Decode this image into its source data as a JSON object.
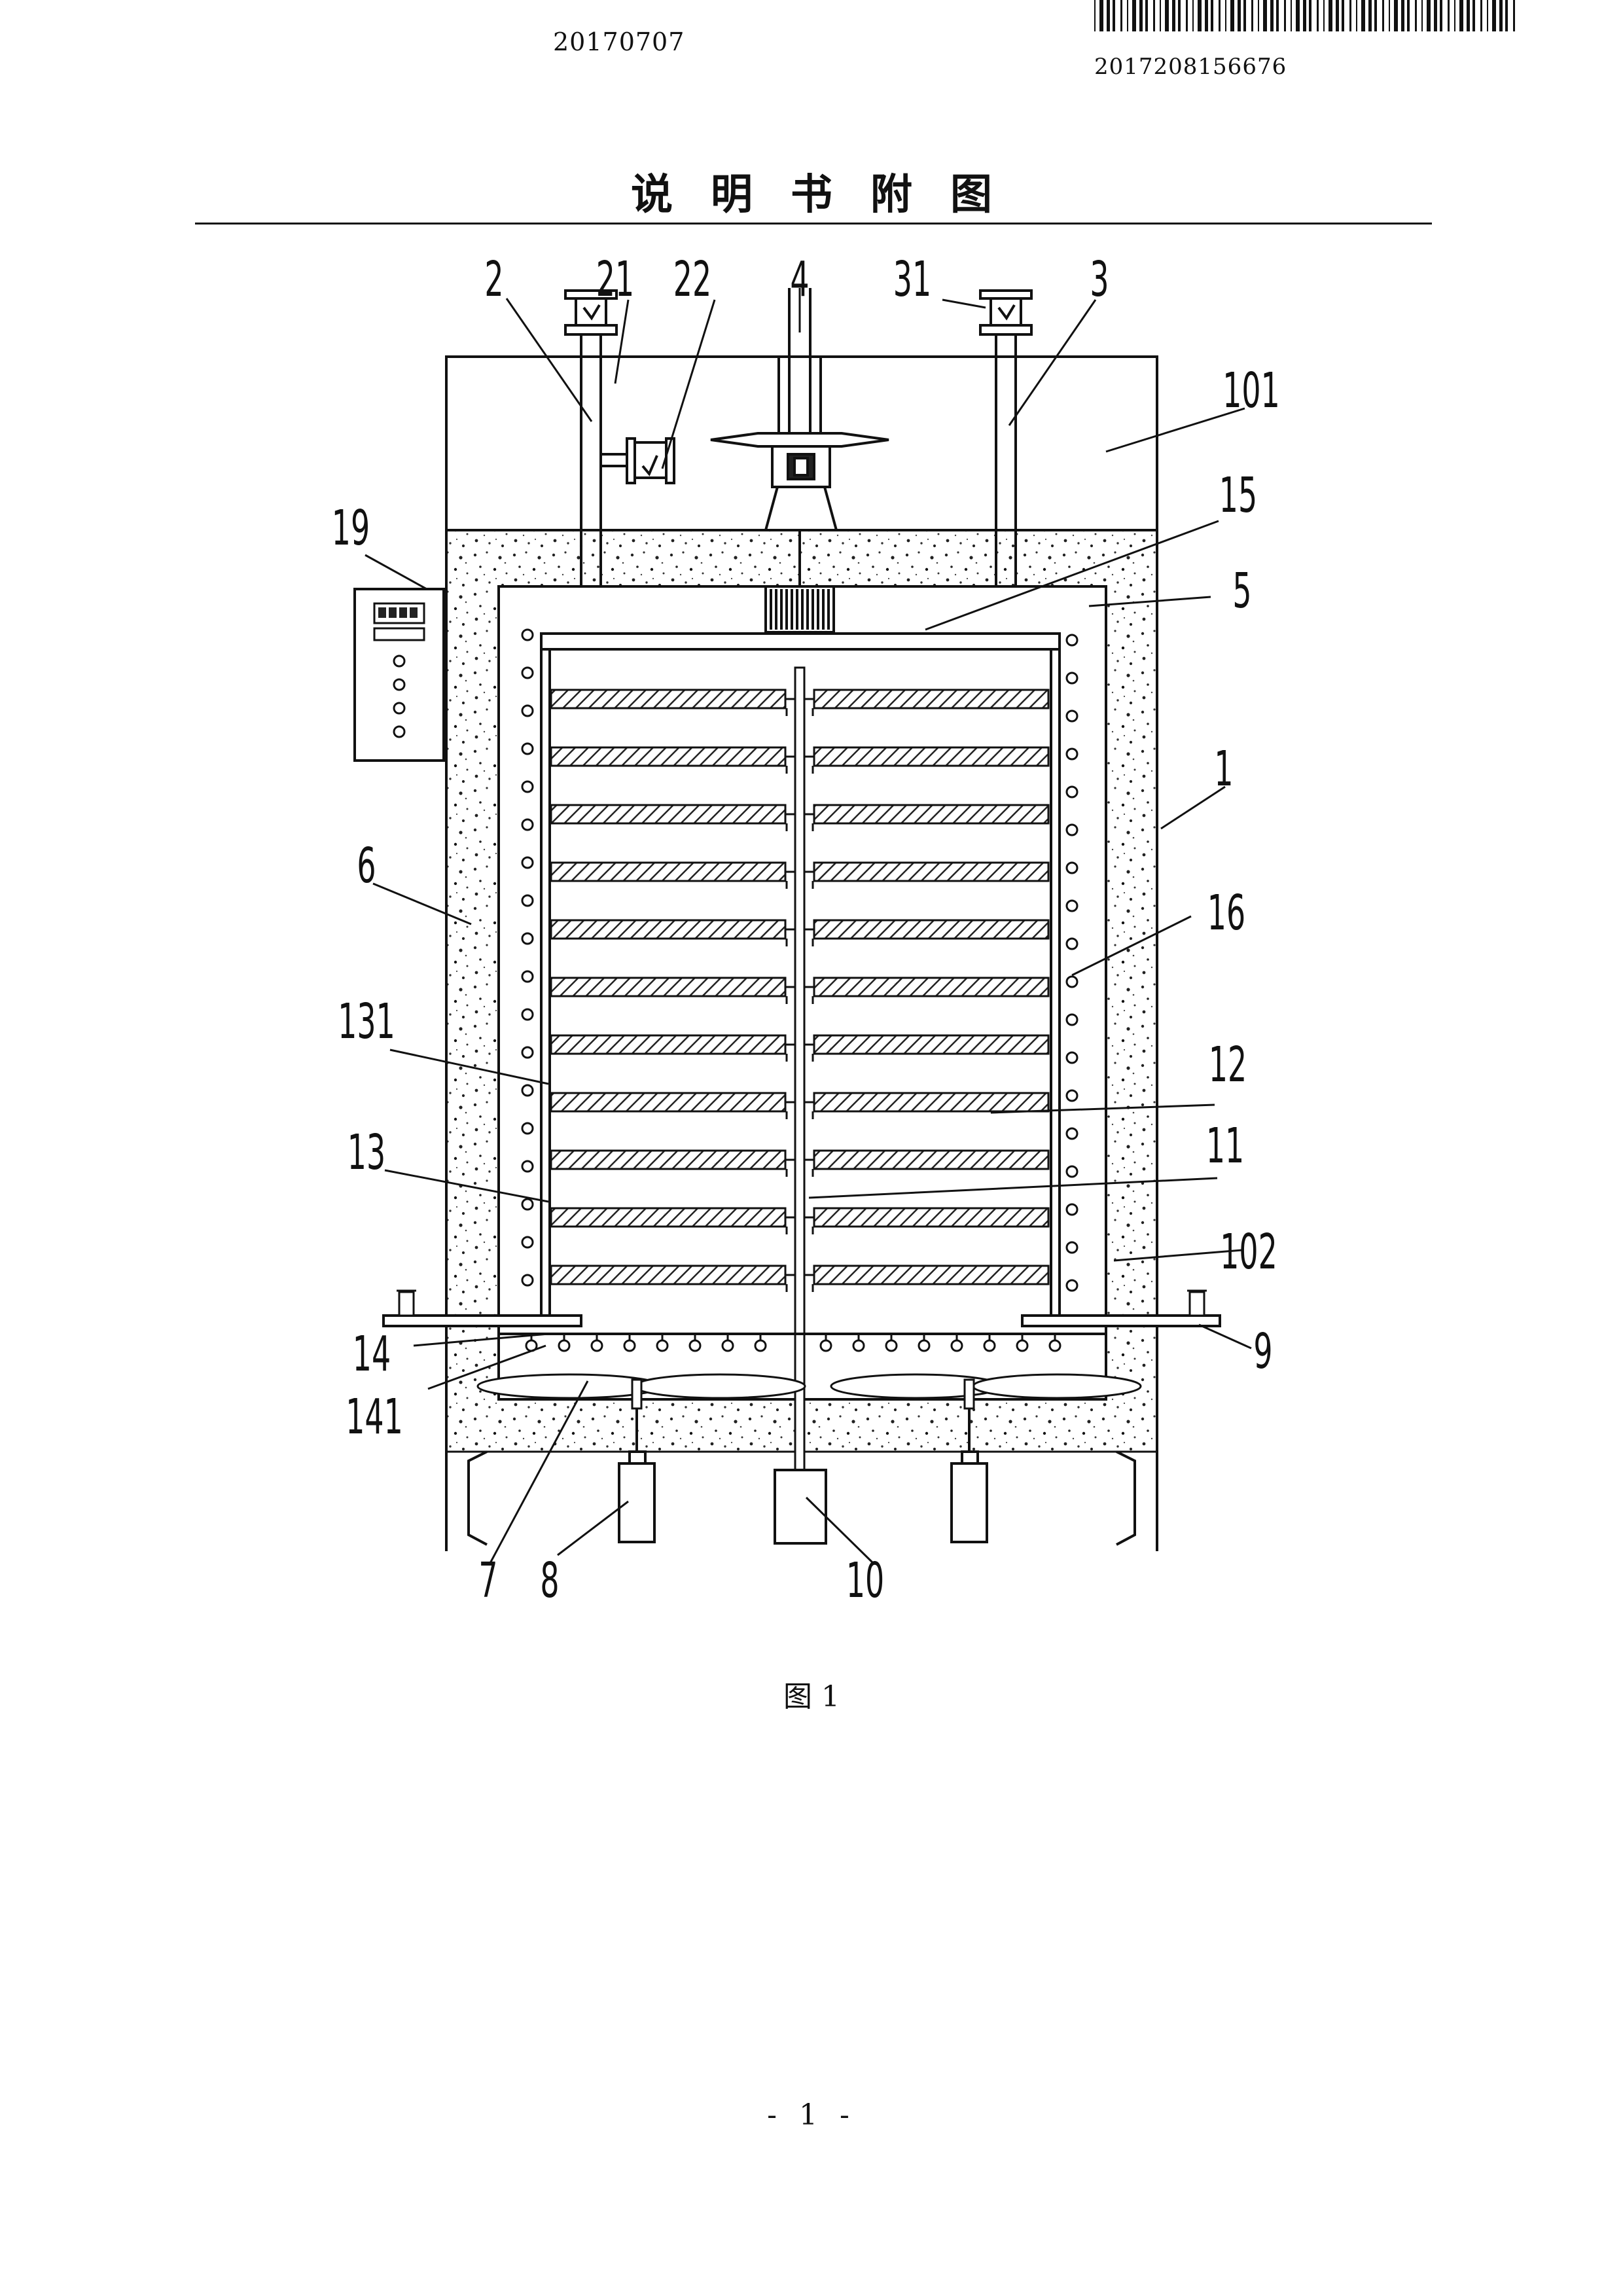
{
  "header": {
    "left_code": "20170707",
    "right_code": "2017208156676"
  },
  "heading": "说明书附图",
  "figure": {
    "caption": "图 1",
    "labels": [
      "2",
      "21",
      "22",
      "4",
      "31",
      "3",
      "101",
      "15",
      "5",
      "19",
      "1",
      "6",
      "16",
      "131",
      "12",
      "11",
      "13",
      "102",
      "14",
      "9",
      "141",
      "7",
      "8",
      "10"
    ]
  },
  "footer": {
    "page_number": "- 1 -"
  }
}
